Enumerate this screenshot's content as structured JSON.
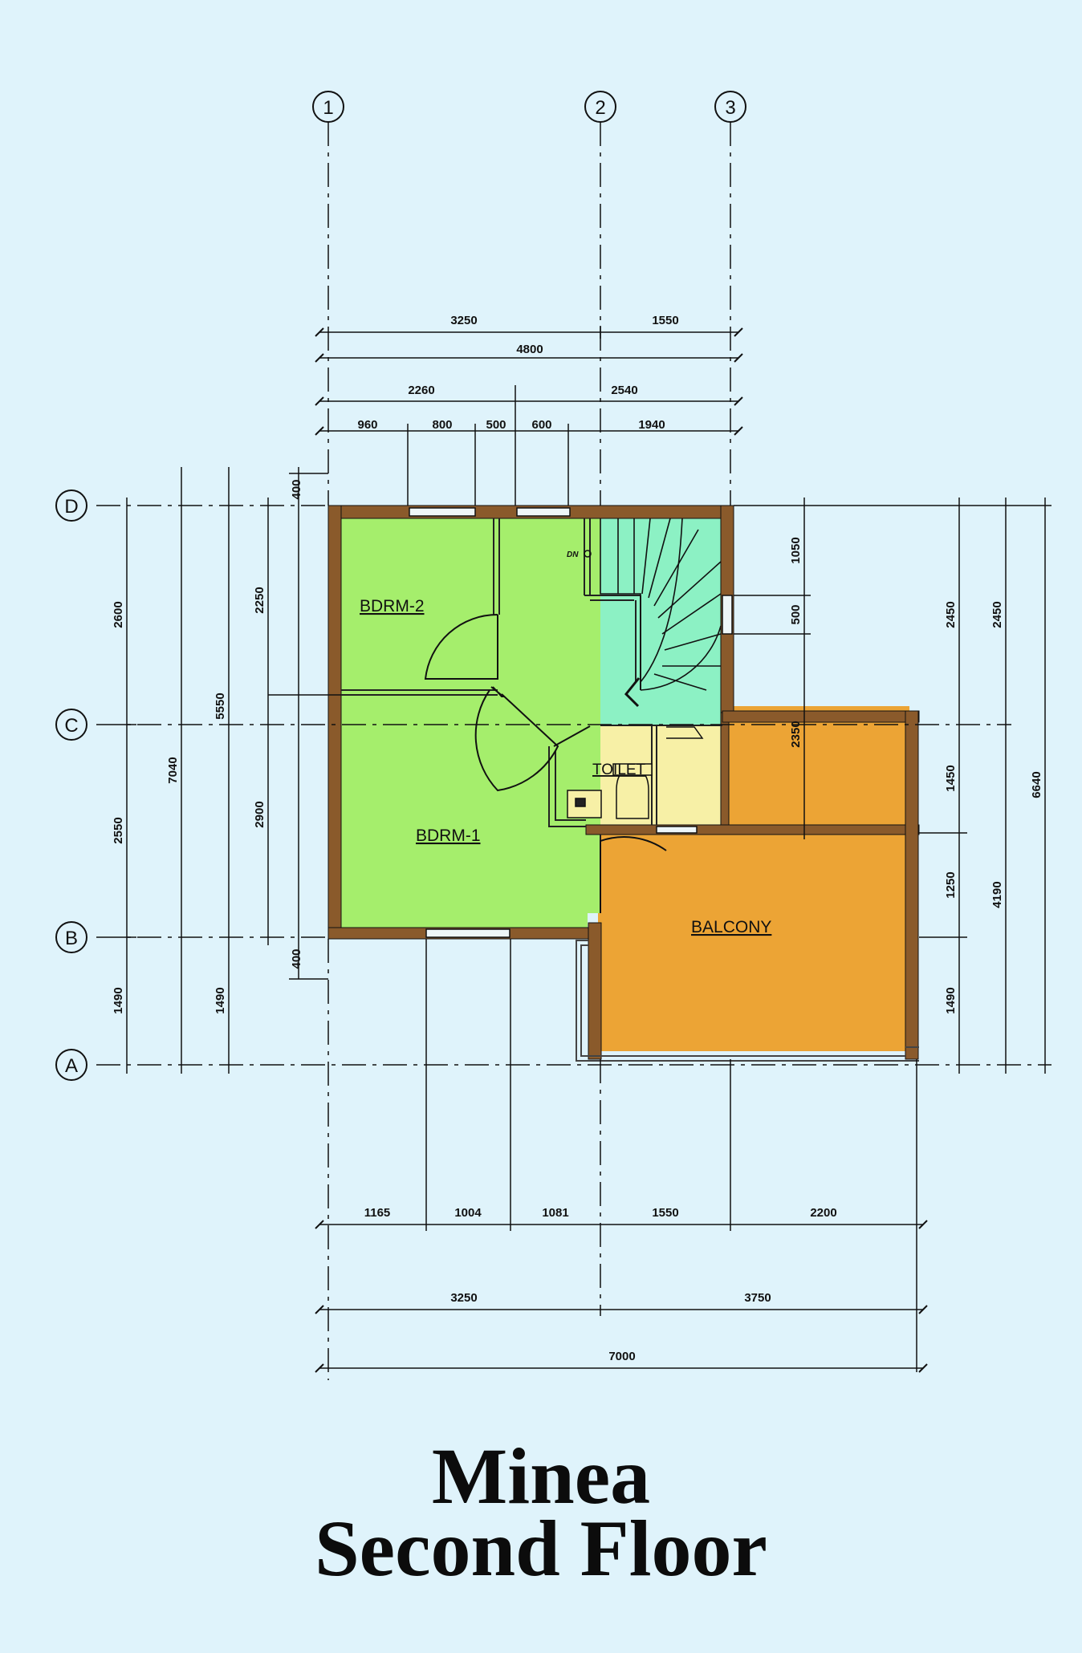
{
  "title": {
    "line1": "Minea",
    "line2": "Second Floor"
  },
  "grid": {
    "columns": [
      "1",
      "2",
      "3"
    ],
    "rows": [
      "D",
      "C",
      "B",
      "A"
    ]
  },
  "rooms": {
    "bedroom2": "BDRM-2",
    "bedroom1": "BDRM-1",
    "toilet": "TOILET",
    "balcony": "BALCONY",
    "stair_down": "DN"
  },
  "dimensions": {
    "top": {
      "row1": [
        "3250",
        "1550"
      ],
      "row2": [
        "4800"
      ],
      "row3": [
        "2260",
        "2540"
      ],
      "row4": [
        "960",
        "800",
        "500",
        "600",
        "1940"
      ]
    },
    "bottom": {
      "row1": [
        "1165",
        "1004",
        "1081",
        "1550",
        "2200"
      ],
      "row2": [
        "3250",
        "3750"
      ],
      "row3": [
        "7000"
      ]
    },
    "left": {
      "col1": [
        "2600",
        "2550",
        "1490"
      ],
      "col2": [
        "7040"
      ],
      "col3": [
        "5550",
        "1490"
      ],
      "col4": [
        "2250",
        "2900"
      ],
      "offsets": [
        "400",
        "400"
      ]
    },
    "right": {
      "inner": [
        "1050",
        "500",
        "2350"
      ],
      "col1": [
        "2450",
        "1450",
        "1250",
        "1490"
      ],
      "col2": [
        "2450",
        "4190"
      ],
      "col3": [
        "6640"
      ]
    }
  },
  "colors": {
    "background": "#dff3fb",
    "wall": "#8a5a2b",
    "bedroom": "#a5ee6c",
    "stair": "#8cf1c4",
    "toilet": "#f7f0a6",
    "balcony": "#eca435"
  }
}
